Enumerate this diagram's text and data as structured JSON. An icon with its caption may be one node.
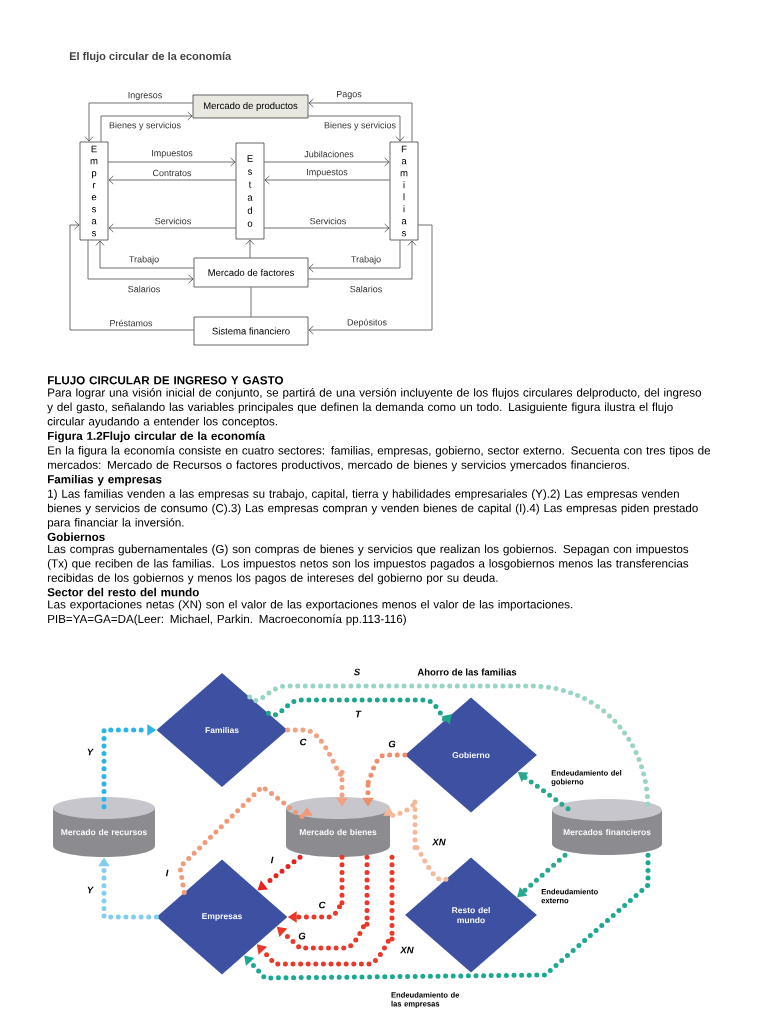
{
  "diagram": {
    "title": "El flujo circular de la economía",
    "nodes": [
      {
        "text": [
          "Mercado de productos"
        ]
      },
      {
        "text": [
          "Empresas"
        ]
      },
      {
        "text": [
          "Estado"
        ]
      },
      {
        "text": [
          "Familias"
        ]
      },
      {
        "text": [
          "Mercado de factores"
        ]
      },
      {
        "text": [
          "Sistema financiero"
        ]
      },
      {
        "text": [
          "Familias"
        ]
      },
      {
        "text": [
          "Mercado de recursos"
        ]
      },
      {
        "text": [
          "Gobierno"
        ]
      },
      {
        "text": [
          "Mercado de bienes"
        ]
      },
      {
        "text": [
          "Mercados financieros"
        ]
      },
      {
        "text": [
          "Empresas"
        ]
      },
      {
        "text": [
          "Resto del mundo"
        ]
      }
    ],
    "edges": [
      {
        "from": 0,
        "to": 1,
        "arrow": "to",
        "label": "Ingresos"
      },
      {
        "from": 1,
        "to": 0,
        "arrow": "to",
        "label": "Bienes y servicios"
      },
      {
        "from": 3,
        "to": 0,
        "arrow": "to",
        "label": "Pagos"
      },
      {
        "from": 0,
        "to": 3,
        "arrow": "to",
        "label": "Bienes y servicios"
      },
      {
        "from": 1,
        "to": 2,
        "arrow": "to",
        "label": "Impuestos"
      },
      {
        "from": 2,
        "to": 1,
        "arrow": "to",
        "label": "Contratos"
      },
      {
        "from": 2,
        "to": 1,
        "arrow": "to",
        "label": "Servicios"
      },
      {
        "from": 2,
        "to": 3,
        "arrow": "to",
        "label": "Jubilaciones"
      },
      {
        "from": 3,
        "to": 2,
        "arrow": "to",
        "label": "Impuestos"
      },
      {
        "from": 2,
        "to": 3,
        "arrow": "to",
        "label": "Servicios"
      },
      {
        "from": 4,
        "to": 1,
        "arrow": "to",
        "label": "Trabajo"
      },
      {
        "from": 1,
        "to": 4,
        "arrow": "to",
        "label": "Salarios"
      },
      {
        "from": 3,
        "to": 4,
        "arrow": "to",
        "label": "Trabajo"
      },
      {
        "from": 4,
        "to": 3,
        "arrow": "to",
        "label": "Salarios"
      },
      {
        "from": 4,
        "to": 2,
        "arrow": "to"
      },
      {
        "from": 5,
        "to": 4,
        "arrow": "none"
      },
      {
        "from": 5,
        "to": 1,
        "arrow": "to",
        "label": "Préstamos"
      },
      {
        "from": 3,
        "to": 5,
        "arrow": "to",
        "label": "Depósitos"
      },
      {
        "from": 7,
        "to": 6,
        "arrow": "to",
        "label": "Y",
        "style": "dashed",
        "color": "#29b5e8"
      },
      {
        "from": 11,
        "to": 7,
        "arrow": "to",
        "label": "Y",
        "style": "dashed",
        "color": "#83cdee"
      },
      {
        "from": 6,
        "to": 10,
        "arrow": "none",
        "label": "S",
        "style": "dashed",
        "color": "#9ad4c4"
      },
      {
        "from": 6,
        "to": 8,
        "arrow": "to",
        "label": "T",
        "style": "dashed",
        "color": "#21a48e"
      },
      {
        "from": 6,
        "to": 9,
        "arrow": "to",
        "label": "C",
        "style": "dashed",
        "color": "#f2a183"
      },
      {
        "from": 8,
        "to": 9,
        "arrow": "to",
        "label": "G",
        "style": "dashed",
        "color": "#ee8e6c"
      },
      {
        "from": 11,
        "to": 9,
        "arrow": "to",
        "label": "I",
        "style": "dashed",
        "color": "#f09a7a"
      },
      {
        "from": 12,
        "to": 9,
        "arrow": "to",
        "label": "XN",
        "style": "dashed",
        "color": "#f6b89b"
      },
      {
        "from": 9,
        "to": 11,
        "arrow": "to",
        "label": "I",
        "style": "dashed",
        "color": "#e52420"
      },
      {
        "from": 9,
        "to": 11,
        "arrow": "to",
        "label": "C",
        "style": "dashed",
        "color": "#e8392b"
      },
      {
        "from": 9,
        "to": 11,
        "arrow": "to",
        "label": "G",
        "style": "dashed",
        "color": "#e8392b"
      },
      {
        "from": 9,
        "to": 11,
        "arrow": "to",
        "label": "XN",
        "style": "dashed",
        "color": "#e8392b"
      },
      {
        "from": 10,
        "to": 11,
        "arrow": "to",
        "label": "Endeudamiento de las empresas",
        "style": "dashed",
        "color": "#1ca892"
      },
      {
        "from": 10,
        "to": 8,
        "arrow": "to",
        "label": "Endeudamiento del gobierno",
        "style": "dashed",
        "color": "#28a890"
      },
      {
        "from": 10,
        "to": 12,
        "arrow": "to",
        "label": "Endeudamiento externo",
        "style": "dashed",
        "color": "#28a890"
      }
    ],
    "labels": [
      "FLUJO CIRCULAR DE INGRESO Y GASTO",
      "Para lograr una visión inicial de conjunto, se partirá de una versión incluyente de los flujos circulares delproducto, del ingreso y del gasto, señalando las variables principales que definen la demanda como un todo. Lasiguiente figura ilustra el flujo circular ayudando a entender los conceptos.",
      "Figura 1.2Flujo circular de la economía",
      "En la figura la economía consiste en cuatro sectores: familias, empresas, gobierno, sector externo. Secuenta con tres tipos de mercados: Mercado de Recursos o factores productivos, mercado de bienes y servicios ymercados financieros.",
      "Familias y empresas",
      "1) Las familias venden a las empresas su trabajo, capital, tierra y habilidades empresariales (Y).2) Las empresas venden bienes y servicios de consumo (C).3) Las empresas compran y venden bienes de capital (I).4) Las empresas piden prestado para financiar la inversión.",
      "Gobiernos",
      "Las compras gubernamentales (G) son compras de bienes y servicios que realizan los gobiernos. Sepagan con impuestos (Tx) que reciben de las familias. Los impuestos netos son los impuestos pagados a losgobiernos menos las transferencias recibidas de los gobiernos y menos los pagos de intereses del gobierno por su deuda.",
      "Sector del resto del mundo",
      "Las exportaciones netas (XN) son el valor de las exportaciones menos el valor de las importaciones.",
      "PIB=YA=GA=DA(Leer: Michael, Parkin. Macroeconomía pp.113-116)",
      "Ahorro de las familias"
    ]
  }
}
